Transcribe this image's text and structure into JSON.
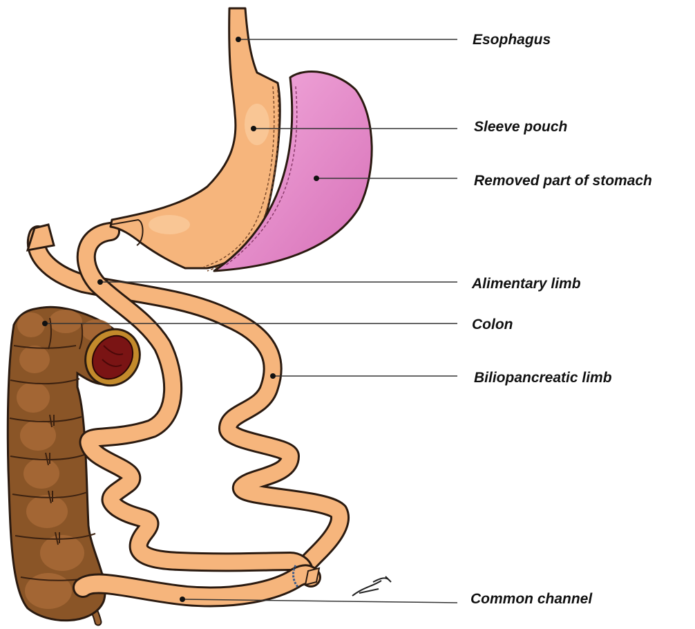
{
  "labels": {
    "esophagus": "Esophagus",
    "sleeve_pouch": "Sleeve pouch",
    "removed_stomach": "Removed part of stomach",
    "alimentary_limb": "Alimentary limb",
    "colon": "Colon",
    "biliopancreatic_limb": "Biliopancreatic limb",
    "common_channel": "Common channel"
  },
  "colors": {
    "bowel": "#f6b57c",
    "bowel_edge": "#2a1a10",
    "removed_stomach": "#e27fc2",
    "colon": "#8a5527",
    "colon_lumen": "#7a1414",
    "leader_line": "#333333"
  }
}
